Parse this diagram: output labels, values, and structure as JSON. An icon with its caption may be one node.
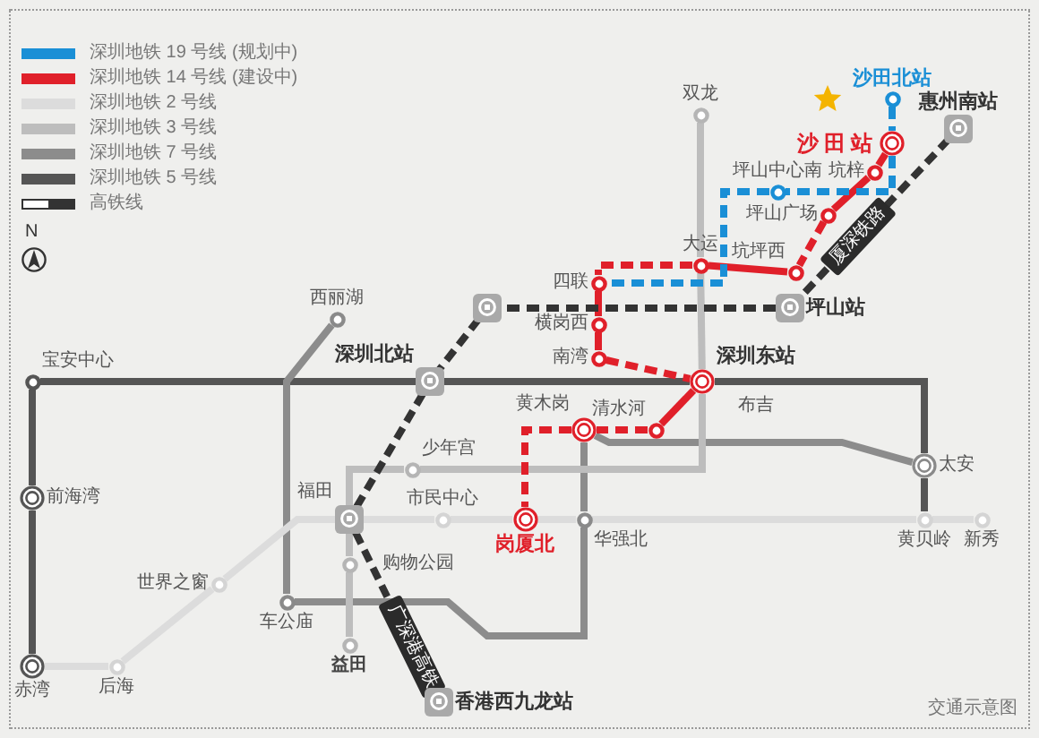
{
  "diagram": {
    "nodes": [
      {
        "text": [
          "沙田北站"
        ]
      },
      {
        "text": [
          "惠州南站"
        ]
      },
      {
        "text": [
          "双龙"
        ]
      },
      {
        "text": [
          "沙田站"
        ]
      },
      {
        "text": [
          "坑梓"
        ]
      },
      {
        "text": [
          "坪山中心南"
        ]
      },
      {
        "text": [
          "坪山广场"
        ]
      },
      {
        "text": [
          "大运"
        ]
      },
      {
        "text": [
          "坑坪西"
        ]
      },
      {
        "text": [
          "四联"
        ]
      },
      {
        "text": [],
        "shape": "box"
      },
      {
        "text": [
          "坪山站"
        ]
      },
      {
        "text": [
          "西丽湖"
        ]
      },
      {
        "text": [
          "横岗西"
        ]
      },
      {
        "text": [
          "南湾"
        ]
      },
      {
        "text": [
          "深圳北站"
        ]
      },
      {
        "text": [
          "宝安中心"
        ]
      },
      {
        "text": [
          "深圳东站"
        ],
        "beside": [
          "布吉"
        ]
      },
      {
        "text": [
          "黄木岗"
        ]
      },
      {
        "text": [
          "清水河"
        ]
      },
      {
        "text": [
          "太安"
        ]
      },
      {
        "text": [
          "少年宫"
        ]
      },
      {
        "text": [
          "前海湾"
        ]
      },
      {
        "text": [
          "福田"
        ]
      },
      {
        "text": [
          "市民中心"
        ]
      },
      {
        "text": [
          "岗厦北"
        ]
      },
      {
        "text": [
          "华强北"
        ]
      },
      {
        "text": [
          "黄贝岭"
        ]
      },
      {
        "text": [
          "新秀"
        ]
      },
      {
        "text": [
          "购物公园"
        ]
      },
      {
        "text": [
          "世界之窗"
        ]
      },
      {
        "text": [
          "车公庙"
        ]
      },
      {
        "text": [
          "益田"
        ]
      },
      {
        "text": [
          "赤湾"
        ]
      },
      {
        "text": [
          "后海"
        ]
      },
      {
        "text": [
          "香港西九龙站"
        ]
      }
    ],
    "edges": [
      {
        "from": 33,
        "to": 22,
        "arrow": "none",
        "color": "#555555"
      },
      {
        "from": 22,
        "to": 16,
        "arrow": "none",
        "color": "#555555"
      },
      {
        "from": 16,
        "to": 15,
        "arrow": "none",
        "color": "#555555"
      },
      {
        "from": 15,
        "to": 17,
        "arrow": "none",
        "color": "#555555"
      },
      {
        "from": 17,
        "to": 20,
        "arrow": "none",
        "color": "#555555"
      },
      {
        "from": 20,
        "to": 27,
        "arrow": "none",
        "color": "#555555"
      },
      {
        "from": 12,
        "to": 31,
        "arrow": "none",
        "color": "#8c8c8c"
      },
      {
        "from": 31,
        "to": 26,
        "arrow": "none",
        "color": "#8c8c8c"
      },
      {
        "from": 26,
        "to": 18,
        "arrow": "none",
        "color": "#8c8c8c"
      },
      {
        "from": 18,
        "to": 20,
        "arrow": "none",
        "color": "#8c8c8c"
      },
      {
        "from": 2,
        "to": 7,
        "arrow": "none",
        "color": "#bdbdbd"
      },
      {
        "from": 7,
        "to": 17,
        "arrow": "none",
        "color": "#bdbdbd"
      },
      {
        "from": 17,
        "to": 21,
        "arrow": "none",
        "color": "#bdbdbd"
      },
      {
        "from": 21,
        "to": 23,
        "arrow": "none",
        "color": "#bdbdbd"
      },
      {
        "from": 23,
        "to": 29,
        "arrow": "none",
        "color": "#bdbdbd"
      },
      {
        "from": 29,
        "to": 32,
        "arrow": "none",
        "color": "#bdbdbd"
      },
      {
        "from": 33,
        "to": 34,
        "arrow": "none",
        "color": "#dcdcdc"
      },
      {
        "from": 34,
        "to": 30,
        "arrow": "none",
        "color": "#dcdcdc"
      },
      {
        "from": 30,
        "to": 23,
        "arrow": "none",
        "color": "#dcdcdc"
      },
      {
        "from": 23,
        "to": 24,
        "arrow": "none",
        "color": "#dcdcdc"
      },
      {
        "from": 24,
        "to": 25,
        "arrow": "none",
        "color": "#dcdcdc"
      },
      {
        "from": 25,
        "to": 26,
        "arrow": "none",
        "color": "#dcdcdc"
      },
      {
        "from": 26,
        "to": 27,
        "arrow": "none",
        "color": "#dcdcdc"
      },
      {
        "from": 27,
        "to": 28,
        "arrow": "none",
        "color": "#dcdcdc"
      },
      {
        "from": 3,
        "to": 4,
        "arrow": "none",
        "color": "#e0202a"
      },
      {
        "from": 4,
        "to": 6,
        "arrow": "none",
        "color": "#e0202a"
      },
      {
        "from": 6,
        "to": 8,
        "arrow": "none",
        "style": "dashed",
        "color": "#e0202a"
      },
      {
        "from": 8,
        "to": 7,
        "arrow": "none",
        "color": "#e0202a"
      },
      {
        "from": 7,
        "to": 9,
        "arrow": "none",
        "style": "dashed",
        "color": "#e0202a"
      },
      {
        "from": 9,
        "to": 13,
        "arrow": "none",
        "color": "#e0202a"
      },
      {
        "from": 13,
        "to": 14,
        "arrow": "none",
        "color": "#e0202a"
      },
      {
        "from": 14,
        "to": 17,
        "arrow": "none",
        "style": "dashed",
        "color": "#e0202a"
      },
      {
        "from": 17,
        "to": 19,
        "arrow": "none",
        "color": "#e0202a"
      },
      {
        "from": 19,
        "to": 18,
        "arrow": "none",
        "style": "dashed",
        "color": "#e0202a"
      },
      {
        "from": 18,
        "to": 25,
        "arrow": "none",
        "style": "dashed",
        "color": "#e0202a"
      },
      {
        "from": 0,
        "to": 3,
        "arrow": "none",
        "style": "dashed",
        "color": "#1a8fd6"
      },
      {
        "from": 3,
        "to": 5,
        "arrow": "none",
        "style": "dashed",
        "color": "#1a8fd6"
      },
      {
        "from": 5,
        "to": 9,
        "arrow": "none",
        "style": "dashed",
        "color": "#1a8fd6"
      },
      {
        "from": 1,
        "to": 11,
        "arrow": "none",
        "label": "厦深铁路",
        "style": "dashed",
        "color": "#333333"
      },
      {
        "from": 11,
        "to": 10,
        "arrow": "none",
        "style": "dashed",
        "color": "#333333"
      },
      {
        "from": 10,
        "to": 15,
        "arrow": "none",
        "style": "dashed",
        "color": "#333333"
      },
      {
        "from": 15,
        "to": 23,
        "arrow": "none",
        "style": "dashed",
        "color": "#333333"
      },
      {
        "from": 23,
        "to": 35,
        "arrow": "none",
        "label": "广深港高铁",
        "style": "dashed",
        "color": "#333333"
      }
    ],
    "labels": [
      "N",
      "交通示意图"
    ],
    "legend": [
      {
        "text": "深圳地铁 19 号线 (规划中)",
        "color": "#1a8fd6"
      },
      {
        "text": "深圳地铁 14 号线 (建设中)",
        "color": "#e0202a"
      },
      {
        "text": "深圳地铁 2 号线",
        "color": "#dcdcdc"
      },
      {
        "text": "深圳地铁 3 号线",
        "color": "#bdbdbd"
      },
      {
        "text": "深圳地铁 7 号线",
        "color": "#8c8c8c"
      },
      {
        "text": "深圳地铁 5 号线",
        "color": "#555555"
      },
      {
        "text": "高铁线"
      }
    ]
  }
}
